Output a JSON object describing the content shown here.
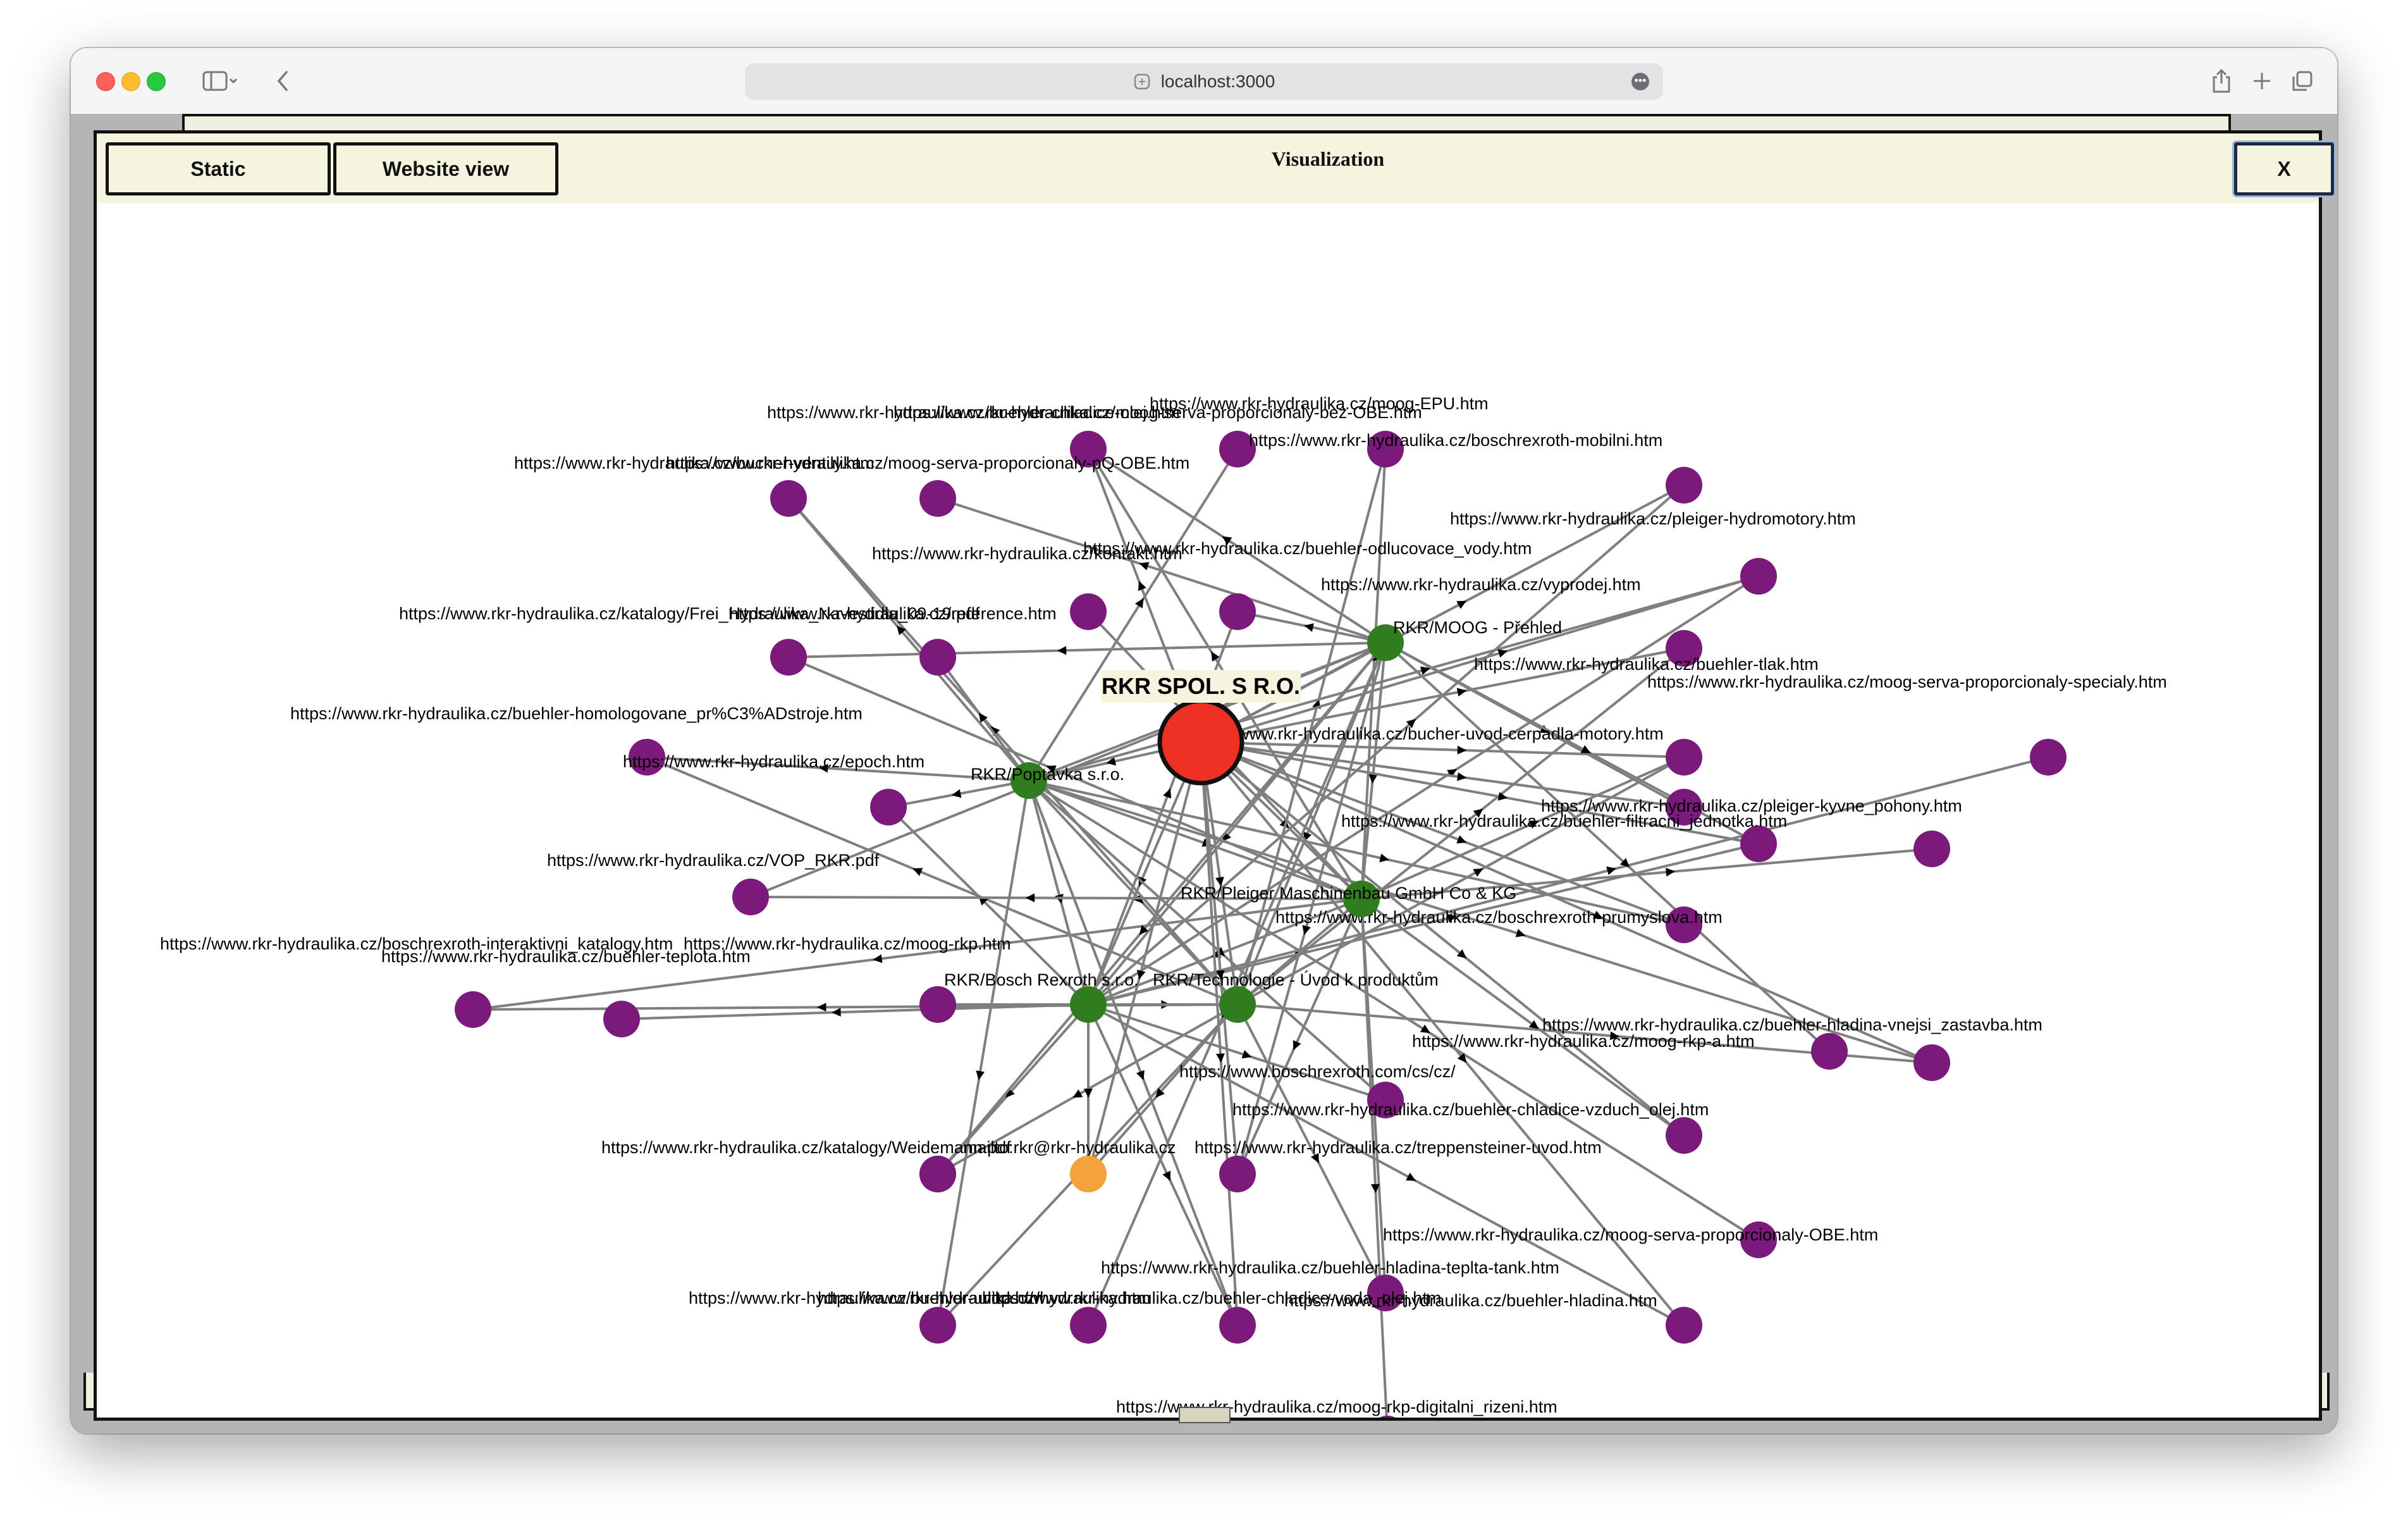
{
  "browser": {
    "url": "localhost:3000",
    "icons": {
      "sidebar": "sidebar-icon",
      "back": "back-arrow-icon",
      "share": "share-icon",
      "new_tab": "plus-icon",
      "tabs": "tabs-icon",
      "more": "more-icon"
    }
  },
  "modal": {
    "buttons": {
      "static": "Static",
      "website": "Website view",
      "close": "X"
    },
    "title": "Visualization"
  },
  "graph": {
    "colors": {
      "root": "#ee3124",
      "org": "#2f7d1f",
      "page": "#7b1a7b",
      "highlight": "#f4a23c",
      "edge": "#7f7f7f",
      "label_bg": "#f5f4df"
    },
    "root": {
      "id": "root",
      "label": "RKR SPOL. S R.O."
    },
    "orgs": [
      {
        "id": "o1",
        "label": "RKR/MOOG - Přehled"
      },
      {
        "id": "o2",
        "label": "RKR/Poptávka s.r.o."
      },
      {
        "id": "o3",
        "label": "RKR/Pleiger Maschinenbau GmbH Co & KG"
      },
      {
        "id": "o4",
        "label": "RKR/Bosch Rexroth s.r.o."
      },
      {
        "id": "o5",
        "label": "RKR/Technologie - Úvod k produktům"
      }
    ],
    "pages": [
      {
        "id": "p1",
        "label": "https://www.rkr-hydraulika.cz/buehler-chladice-olej.htm"
      },
      {
        "id": "p2",
        "label": "https://www.rkr-hydraulika.cz/moog-serva-proporcionaly-bez-OBE.htm"
      },
      {
        "id": "p3",
        "label": "https://www.rkr-hydraulika.cz/moog-EPU.htm"
      },
      {
        "id": "p4",
        "label": "https://www.rkr-hydraulika.cz/boschrexroth-mobilni.htm"
      },
      {
        "id": "p5",
        "label": "https://www.rkr-hydraulika.cz/bucher-ventily.htm"
      },
      {
        "id": "p6",
        "label": "https://www.rkr-hydraulika.cz/moog-serva-proporcionaly-pQ-OBE.htm"
      },
      {
        "id": "p7",
        "label": "https://www.rkr-hydraulika.cz/pleiger-hydromotory.htm"
      },
      {
        "id": "p8",
        "label": "https://www.rkr-hydraulika.cz/kontakt.htm"
      },
      {
        "id": "p9",
        "label": "https://www.rkr-hydraulika.cz/buehler-odlucovace_vody.htm"
      },
      {
        "id": "p10",
        "label": "https://www.rkr-hydraulika.cz/vyprodej.htm"
      },
      {
        "id": "p11",
        "label": "https://www.rkr-hydraulika.cz/katalogy/Frei_Hydraulika_Navestidla_09-19.pdf"
      },
      {
        "id": "p12",
        "label": "https://www.rkr-hydraulika.cz/reference.htm"
      },
      {
        "id": "p13",
        "label": "https://www.rkr-hydraulika.cz/buehler-tlak.htm"
      },
      {
        "id": "p14",
        "label": "https://www.rkr-hydraulika.cz/moog-serva-proporcionaly-specialy.htm"
      },
      {
        "id": "p15",
        "label": "https://www.rkr-hydraulika.cz/buehler-homologovane_pr%C3%ADstroje.htm"
      },
      {
        "id": "p16",
        "label": "https://www.rkr-hydraulika.cz/bucher-uvod-cerpadla-motory.htm"
      },
      {
        "id": "p17",
        "label": "https://www.rkr-hydraulika.cz/epoch.htm"
      },
      {
        "id": "p18",
        "label": "https://www.rkr-hydraulika.cz/pleiger-kyvne_pohony.htm"
      },
      {
        "id": "p19",
        "label": "https://www.rkr-hydraulika.cz/buehler-filtracni_jednotka.htm"
      },
      {
        "id": "p20",
        "label": "https://www.rkr-hydraulika.cz/moog-rkp.htm"
      },
      {
        "id": "p21",
        "label": "https://www.rkr-hydraulika.cz/VOP_RKR.pdf"
      },
      {
        "id": "p22",
        "label": "https://www.rkr-hydraulika.cz/boschrexroth-prumyslova.htm"
      },
      {
        "id": "p23",
        "label": "https://www.rkr-hydraulika.cz/boschrexroth-interaktivni_katalogy.htm"
      },
      {
        "id": "p24",
        "label": "https://www.rkr-hydraulika.cz/buehler-teplota.htm"
      },
      {
        "id": "p25",
        "label": "https://www.rkr-hydraulika.cz/buehler-hladina-vnejsi_zastavba.htm"
      },
      {
        "id": "p26",
        "label": "https://www.rkr-hydraulika.cz/moog-rkp-a.htm"
      },
      {
        "id": "p27",
        "label": "https://www.boschrexroth.com/cs/cz/"
      },
      {
        "id": "p28",
        "label": "https://www.rkr-hydraulika.cz/buehler-chladice-vzduch_olej.htm"
      },
      {
        "id": "p29",
        "label": "https://www.rkr-hydraulika.cz/katalogy/Weidemann.pdf"
      },
      {
        "id": "p30",
        "label": "mailto:rkr@rkr-hydraulika.cz"
      },
      {
        "id": "p31",
        "label": "https://www.rkr-hydraulika.cz/treppensteiner-uvod.htm"
      },
      {
        "id": "p32",
        "label": "https://www.rkr-hydraulika.cz/moog-serva-proporcionaly-OBE.htm"
      },
      {
        "id": "p33",
        "label": "https://www.rkr-hydraulika.cz/buehler-hladina-teplta-tank.htm"
      },
      {
        "id": "p34",
        "label": "https://www.rkr-hydraulika.cz/buehler-hladina.htm"
      },
      {
        "id": "p35",
        "label": "https://www.rkr-hydraulika.cz/buehler-uvod.htm"
      },
      {
        "id": "p36",
        "label": "https://www.rkr-hydraulika.cz/hydraulika.htm"
      },
      {
        "id": "p37",
        "label": "https://www.rkr-hydraulika.cz/buehler-chladice-voda_olej.htm"
      },
      {
        "id": "p38",
        "label": "https://www.rkr-hydraulika.cz/moog-rkp-digitalni_rizeni.htm"
      }
    ],
    "highlight": {
      "id": "h1",
      "label": "https://www.rkr-hydraulika.cz/"
    }
  }
}
